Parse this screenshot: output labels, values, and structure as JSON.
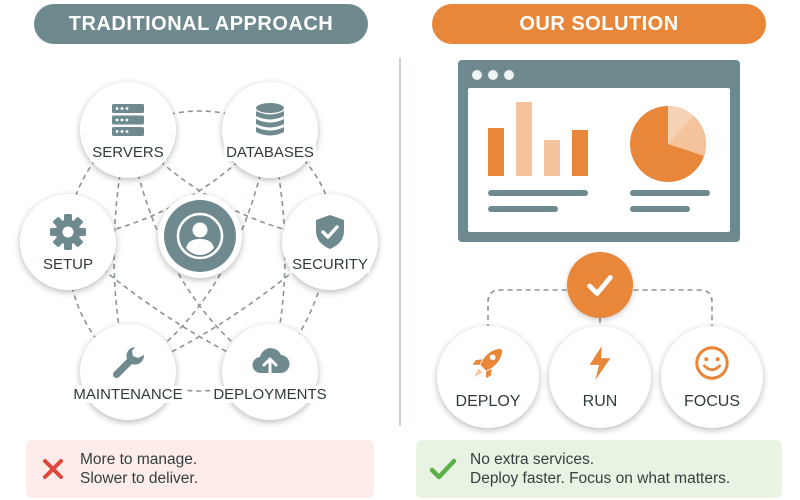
{
  "headers": {
    "left": "TRADITIONAL APPROACH",
    "right": "OUR SOLUTION"
  },
  "traditional": {
    "center_icon": "user-icon",
    "nodes": [
      {
        "label": "SERVERS",
        "icon": "server-rack-icon"
      },
      {
        "label": "DATABASES",
        "icon": "database-icon"
      },
      {
        "label": "SETUP",
        "icon": "gear-icon"
      },
      {
        "label": "SECURITY",
        "icon": "shield-check-icon"
      },
      {
        "label": "MAINTENANCE",
        "icon": "wrench-icon"
      },
      {
        "label": "DEPLOYMENTS",
        "icon": "cloud-upload-icon"
      }
    ]
  },
  "solution": {
    "dashboard_icon": "browser-window-icon",
    "check_icon": "checkmark-icon",
    "nodes": [
      {
        "label": "DEPLOY",
        "icon": "rocket-icon"
      },
      {
        "label": "RUN",
        "icon": "lightning-bolt-icon"
      },
      {
        "label": "FOCUS",
        "icon": "smiley-face-icon"
      }
    ]
  },
  "summary": {
    "left": {
      "icon": "cross-icon",
      "lines": [
        "More to manage.",
        "Slower to deliver."
      ]
    },
    "right": {
      "icon": "checkmark-icon",
      "lines": [
        "No extra services.",
        "Deploy faster. Focus on what matters."
      ]
    }
  },
  "colors": {
    "slate": "#6f8a8f",
    "orange": "#e8873a",
    "light_orange": "#f4c29b",
    "cross_red": "#e0463a",
    "check_green": "#5cb04a",
    "bad_bg": "#fdecea",
    "good_bg": "#e9f3e3"
  }
}
